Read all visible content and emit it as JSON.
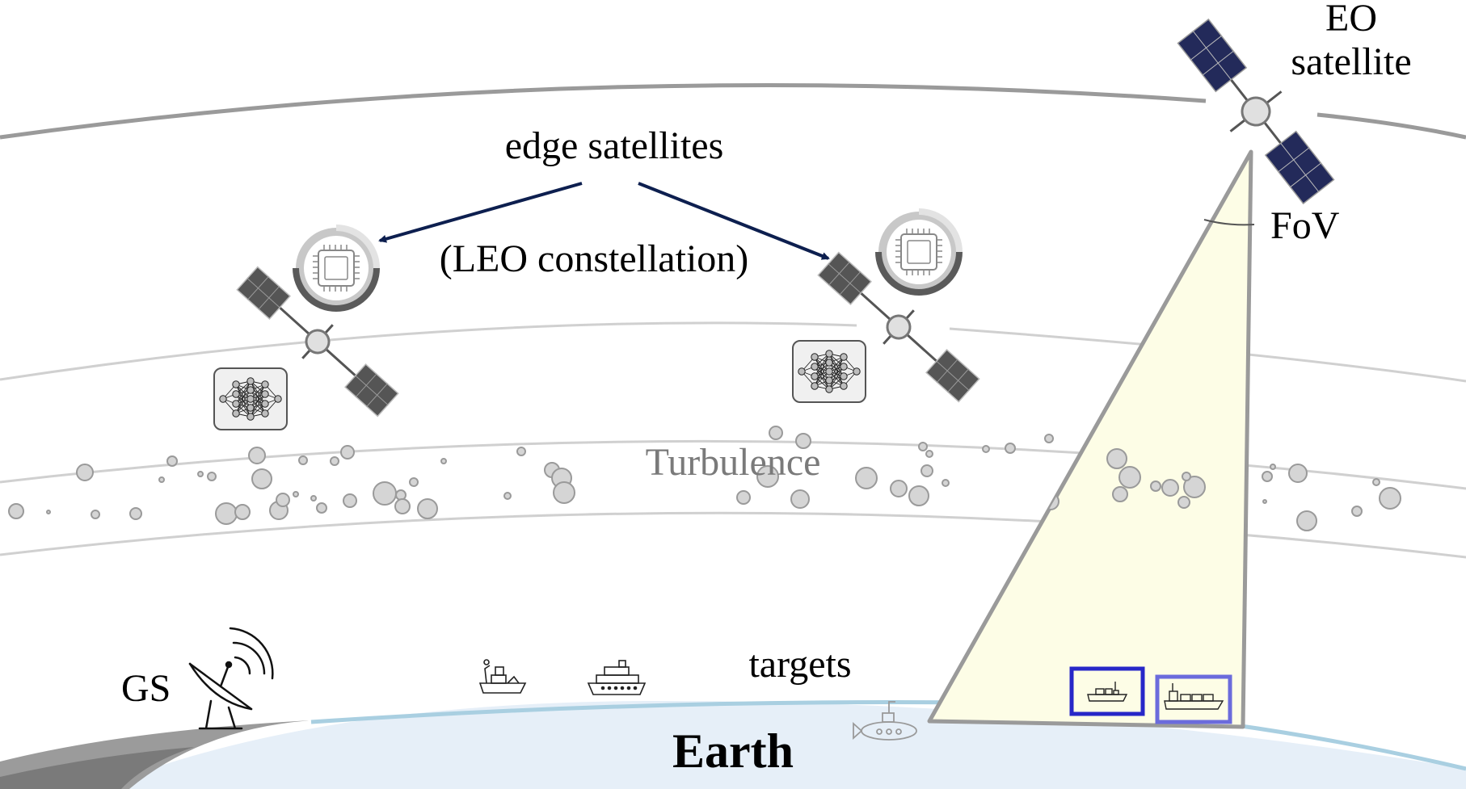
{
  "labels": {
    "edge_satellites": "edge satellites",
    "leo_constellation": "(LEO constellation)",
    "eo_line1": "EO",
    "eo_line2": "satellite",
    "fov": "FoV",
    "turbulence": "Turbulence",
    "targets": "targets",
    "gs": "GS",
    "earth": "Earth"
  },
  "colors": {
    "arrow": "#0d1f4f",
    "earth_fill": "#e6eff8",
    "earth_edge": "#a9cfe1",
    "fov_fill": "#fdfde6",
    "fov_stroke": "#9a9a9a",
    "orbit_dark": "#9a9a9a",
    "orbit_light": "#d0d0d0",
    "panel_eo": "#232a5a",
    "panel_edge": "#555555",
    "detection_box_1": "#2727c8",
    "detection_box_2": "#6b6bdc",
    "bubble": "#d5d5d5"
  },
  "icons": {
    "edge_sat_1": "satellite-icon",
    "edge_sat_2": "satellite-icon",
    "eo_sat": "satellite-icon",
    "chip_1": "processor-chip-icon",
    "chip_2": "processor-chip-icon",
    "nn_1": "neural-network-icon",
    "nn_2": "neural-network-icon",
    "dish": "satellite-dish-icon",
    "tug": "tugboat-icon",
    "cruise": "cruise-ship-icon",
    "sub": "submarine-icon",
    "ship_det_1": "ship-icon",
    "ship_det_2": "cargo-ship-icon"
  }
}
